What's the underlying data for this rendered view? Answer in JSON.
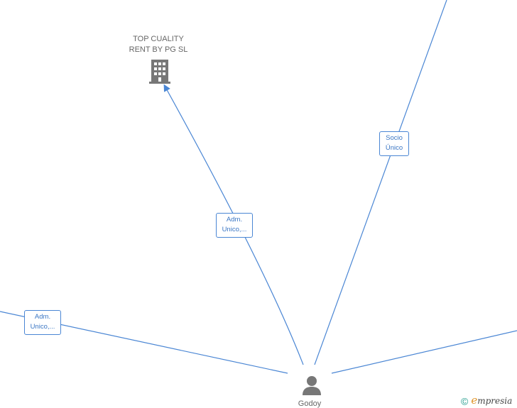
{
  "company": {
    "name_line1": "TOP CUALITY",
    "name_line2": "RENT BY PG  SL",
    "icon": "building-icon"
  },
  "person": {
    "name": "Godoy",
    "icon": "person-icon"
  },
  "edges": {
    "to_company": {
      "line1": "Adm.",
      "line2": "Unico,..."
    },
    "left": {
      "line1": "Adm.",
      "line2": "Unico,..."
    },
    "top_right": {
      "line1": "Socio",
      "line2": "Único"
    }
  },
  "watermark": {
    "symbol": "©",
    "brand_initial": "e",
    "brand_rest": "mpresia"
  },
  "colors": {
    "edge": "#4a86d4",
    "node": "#777777",
    "brand_teal": "#1f9a8b",
    "brand_orange": "#e0952a"
  }
}
